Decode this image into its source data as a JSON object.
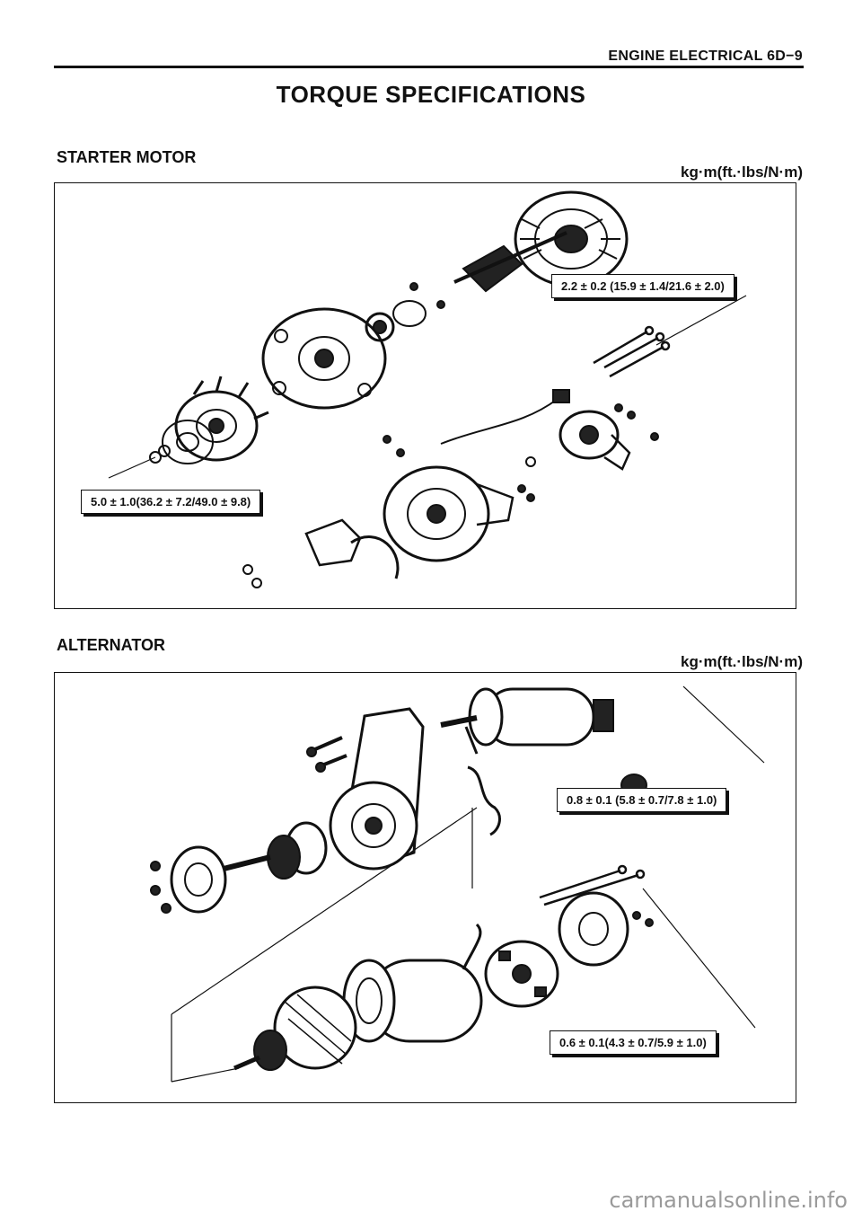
{
  "header": {
    "section": "ENGINE ELECTRICAL  6D−9"
  },
  "title": "TORQUE SPECIFICATIONS",
  "sections": [
    {
      "label": "STARTER MOTOR",
      "unit": "kg·m(ft.·lbs/N·m)",
      "callouts": [
        "2.2 ± 0.2 (15.9 ± 1.4/21.6 ± 2.0)",
        "5.0 ± 1.0(36.2 ± 7.2/49.0 ± 9.8)"
      ]
    },
    {
      "label": "ALTERNATOR",
      "unit": "kg·m(ft.·lbs/N·m)",
      "callouts": [
        "0.8 ± 0.1 (5.8 ± 0.7/7.8 ± 1.0)",
        "0.6 ± 0.1(4.3 ± 0.7/5.9 ± 1.0)"
      ]
    }
  ],
  "footer": {
    "watermark": "carmanualsonline.info"
  }
}
